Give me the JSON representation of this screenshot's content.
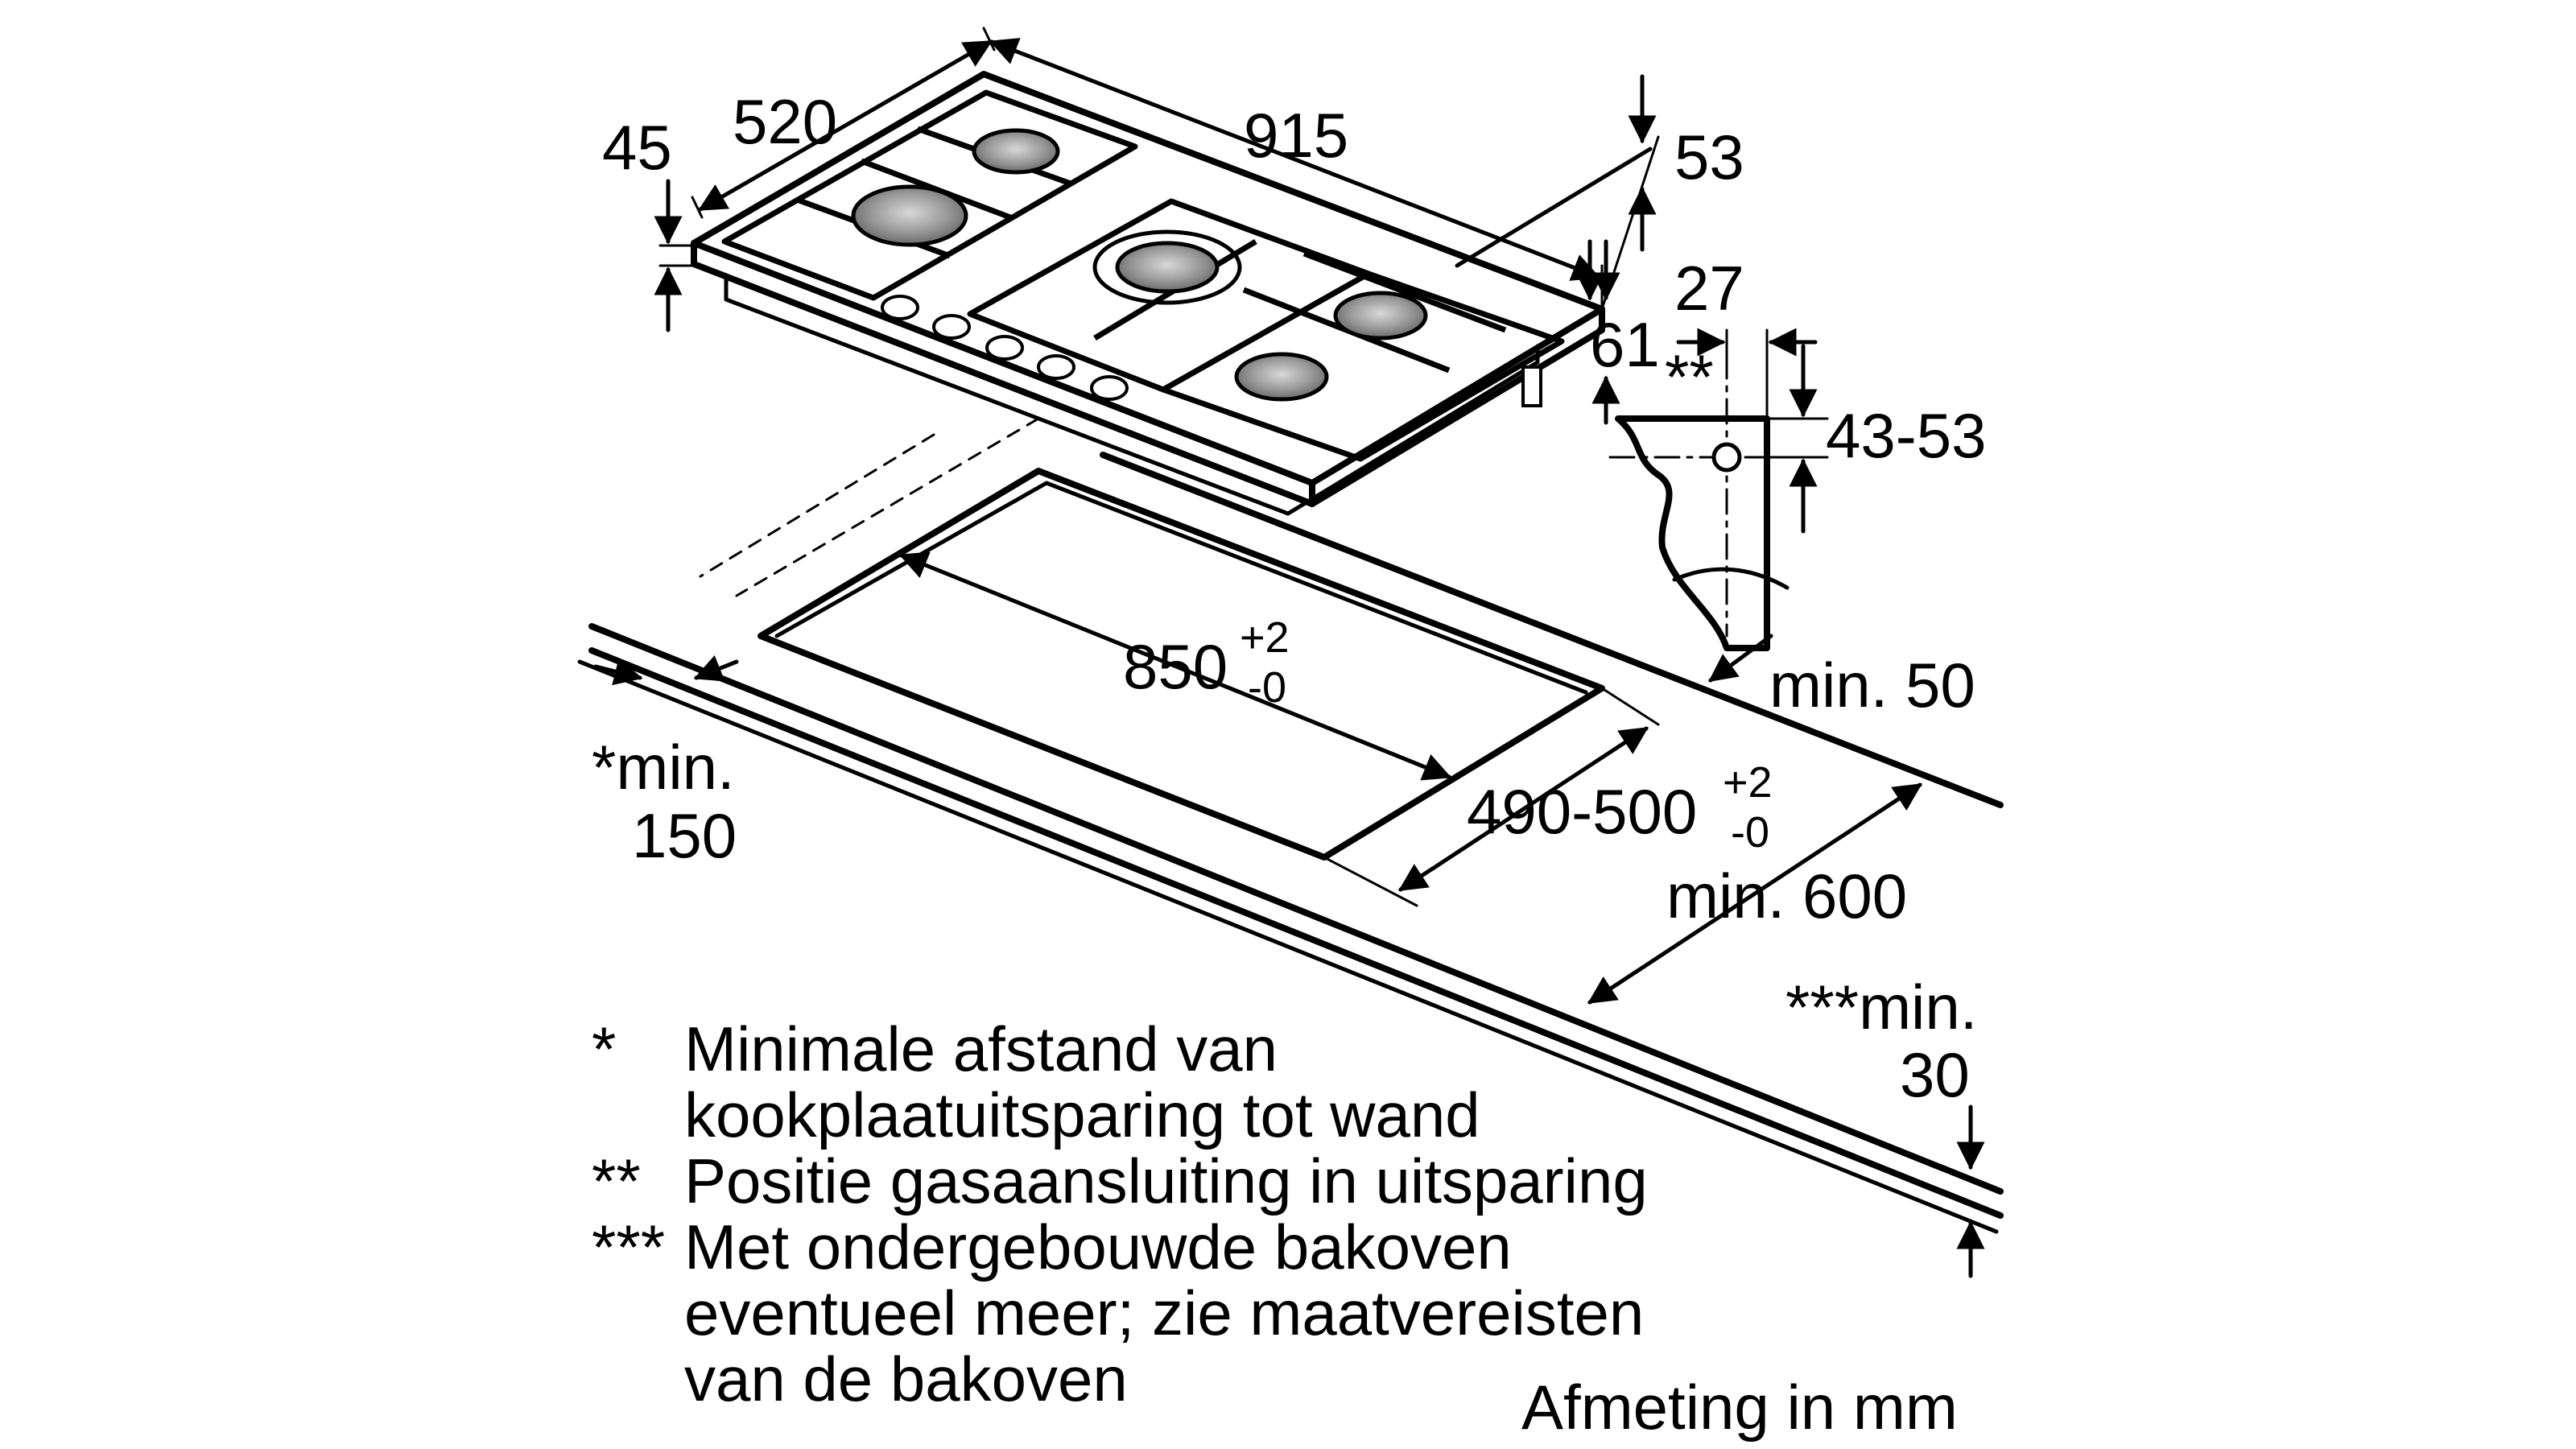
{
  "dimensions": {
    "d45": "45",
    "d520": "520",
    "d915": "915",
    "d53": "53",
    "d27": "27",
    "d61": "61",
    "d43_53": "43-53",
    "d850": "850",
    "d850_tol_plus": "+2",
    "d850_tol_minus": "-0",
    "d490_500": "490-500",
    "d490_tol_plus": "+2",
    "d490_tol_minus": "-0",
    "min50": "min. 50",
    "min600": "min. 600",
    "min150_a": "*min.",
    "min150_b": "150",
    "min30_a": "***min.",
    "min30_b": "30",
    "star2_marker": "**"
  },
  "notes": [
    {
      "marker": "*",
      "line1": "Minimale afstand van",
      "line2": "kookplaatuitsparing tot wand"
    },
    {
      "marker": "**",
      "line1": "Positie gasaansluiting in uitsparing"
    },
    {
      "marker": "***",
      "line1": "Met ondergebouwde bakoven",
      "line2": "eventueel meer; zie maatvereisten",
      "line3": "van de bakoven"
    }
  ],
  "unit_note": "Afmeting in mm"
}
